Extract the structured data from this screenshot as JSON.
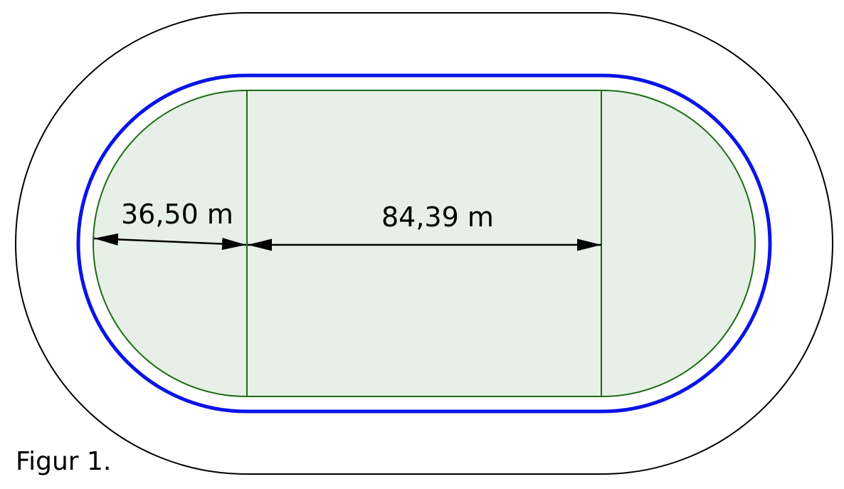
{
  "figure": {
    "caption": "Figur 1."
  },
  "dimensions": {
    "radius_label": "36,50 m",
    "straight_label": "84,39 m"
  },
  "colors": {
    "outer_line": "#000000",
    "track_line": "#0a14e6",
    "field_line": "#1e6b14",
    "field_fill": "#e6f0e6",
    "arrow": "#000000"
  }
}
